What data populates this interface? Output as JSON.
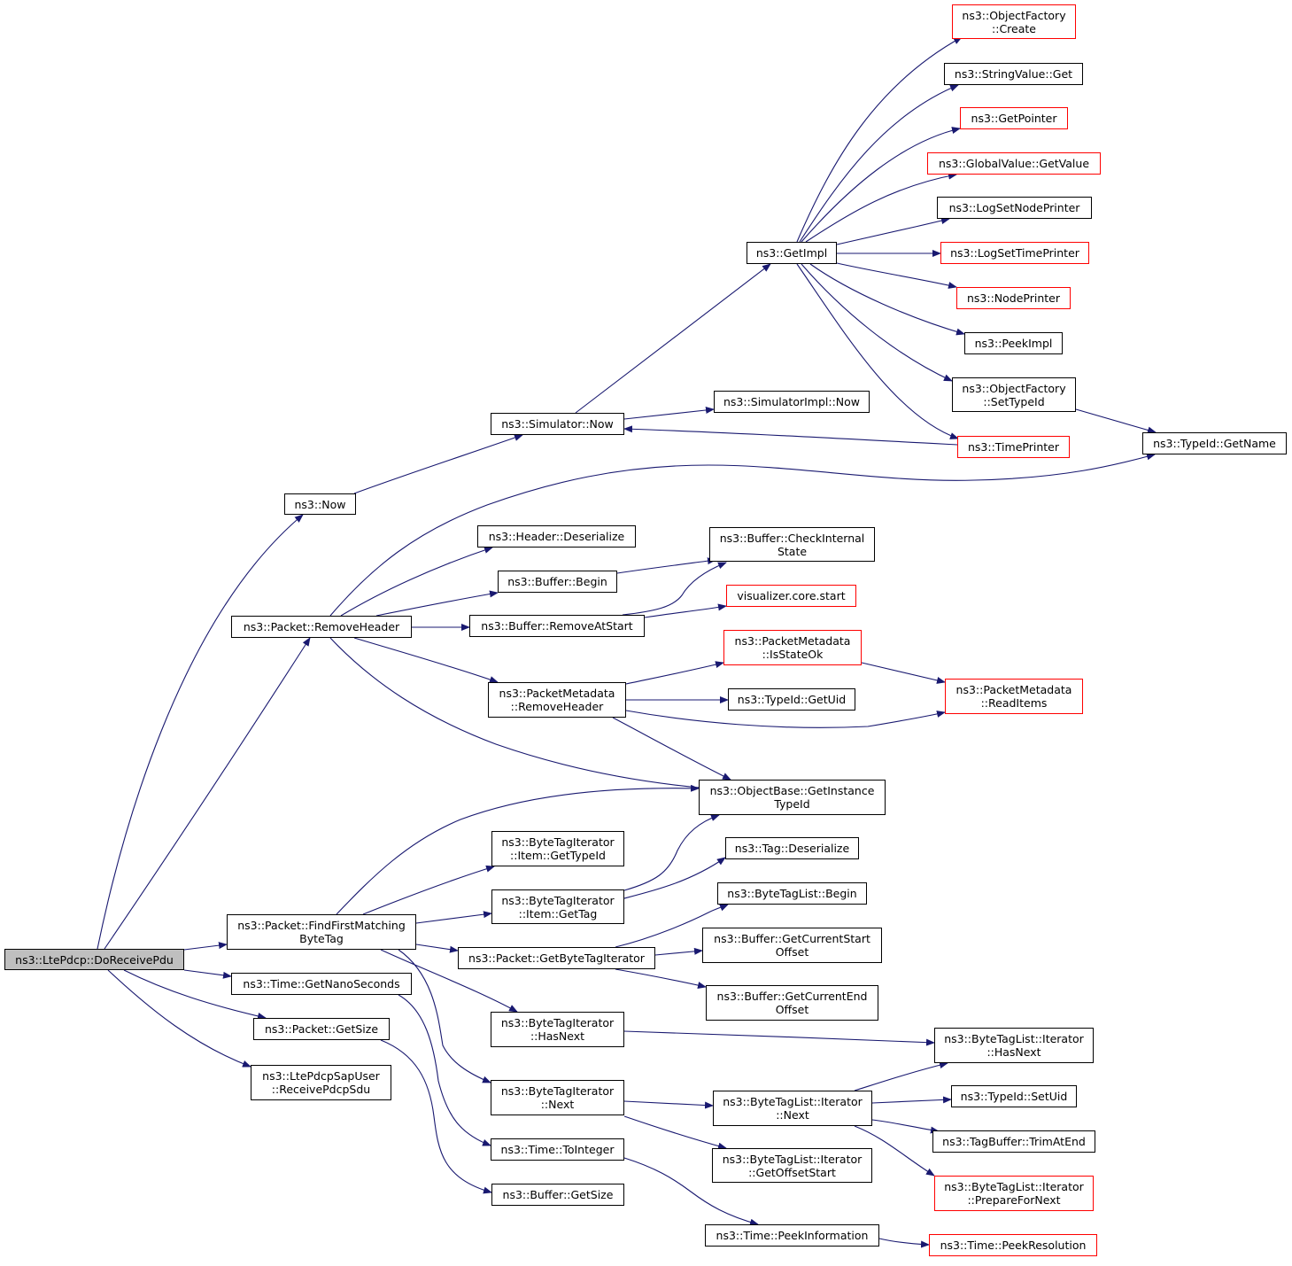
{
  "title": "",
  "colors": {
    "edge": "#191970",
    "node_border": "#000000",
    "undocumented_node_border": "#ff0000",
    "root_fill": "#bfbfbf",
    "node_fill": "#ffffff"
  },
  "nodes": {
    "do_receive_pdu": {
      "lines": [
        "ns3::LtePdcp::DoReceivePdu"
      ],
      "kind": "root"
    },
    "now": {
      "lines": [
        "ns3::Now"
      ],
      "kind": "normal"
    },
    "simulator_now": {
      "lines": [
        "ns3::Simulator::Now"
      ],
      "kind": "normal"
    },
    "simulatorimpl_now": {
      "lines": [
        "ns3::SimulatorImpl::Now"
      ],
      "kind": "normal"
    },
    "get_impl": {
      "lines": [
        "ns3::GetImpl"
      ],
      "kind": "normal"
    },
    "objectfactory_create": {
      "lines": [
        "ns3::ObjectFactory",
        "::Create"
      ],
      "kind": "external"
    },
    "stringvalue_get": {
      "lines": [
        "ns3::StringValue::Get"
      ],
      "kind": "normal"
    },
    "get_pointer": {
      "lines": [
        "ns3::GetPointer"
      ],
      "kind": "external"
    },
    "globalvalue_getvalue": {
      "lines": [
        "ns3::GlobalValue::GetValue"
      ],
      "kind": "external"
    },
    "logsetnodeprinter": {
      "lines": [
        "ns3::LogSetNodePrinter"
      ],
      "kind": "normal"
    },
    "logsettimeprinter": {
      "lines": [
        "ns3::LogSetTimePrinter"
      ],
      "kind": "external"
    },
    "nodeprinter": {
      "lines": [
        "ns3::NodePrinter"
      ],
      "kind": "external"
    },
    "peekimpl": {
      "lines": [
        "ns3::PeekImpl"
      ],
      "kind": "normal"
    },
    "objectfactory_settypeid": {
      "lines": [
        "ns3::ObjectFactory",
        "::SetTypeId"
      ],
      "kind": "normal"
    },
    "timeprinter": {
      "lines": [
        "ns3::TimePrinter"
      ],
      "kind": "external"
    },
    "typeid_getname": {
      "lines": [
        "ns3::TypeId::GetName"
      ],
      "kind": "normal"
    },
    "packet_removeheader": {
      "lines": [
        "ns3::Packet::RemoveHeader"
      ],
      "kind": "normal"
    },
    "header_deserialize": {
      "lines": [
        "ns3::Header::Deserialize"
      ],
      "kind": "normal"
    },
    "buffer_begin": {
      "lines": [
        "ns3::Buffer::Begin"
      ],
      "kind": "normal"
    },
    "buffer_removeatstart": {
      "lines": [
        "ns3::Buffer::RemoveAtStart"
      ],
      "kind": "normal"
    },
    "buffer_checkinternalstate": {
      "lines": [
        "ns3::Buffer::CheckInternal",
        "State"
      ],
      "kind": "normal"
    },
    "visualizer_core_start": {
      "lines": [
        "visualizer.core.start"
      ],
      "kind": "external"
    },
    "packetmetadata_removeheader": {
      "lines": [
        "ns3::PacketMetadata",
        "::RemoveHeader"
      ],
      "kind": "normal"
    },
    "packetmetadata_isstateok": {
      "lines": [
        "ns3::PacketMetadata",
        "::IsStateOk"
      ],
      "kind": "external"
    },
    "typeid_getuid": {
      "lines": [
        "ns3::TypeId::GetUid"
      ],
      "kind": "normal"
    },
    "packetmetadata_readitems": {
      "lines": [
        "ns3::PacketMetadata",
        "::ReadItems"
      ],
      "kind": "external"
    },
    "objectbase_getinstancetypeid": {
      "lines": [
        "ns3::ObjectBase::GetInstance",
        "TypeId"
      ],
      "kind": "normal"
    },
    "packet_findfirstmatchingbytetag": {
      "lines": [
        "ns3::Packet::FindFirstMatching",
        "ByteTag"
      ],
      "kind": "normal"
    },
    "bytetagiterator_item_gettypeid": {
      "lines": [
        "ns3::ByteTagIterator",
        "::Item::GetTypeId"
      ],
      "kind": "normal"
    },
    "bytetagiterator_item_gettag": {
      "lines": [
        "ns3::ByteTagIterator",
        "::Item::GetTag"
      ],
      "kind": "normal"
    },
    "tag_deserialize": {
      "lines": [
        "ns3::Tag::Deserialize"
      ],
      "kind": "normal"
    },
    "bytetaglist_begin": {
      "lines": [
        "ns3::ByteTagList::Begin"
      ],
      "kind": "normal"
    },
    "packet_getbytetagiterator": {
      "lines": [
        "ns3::Packet::GetByteTagIterator"
      ],
      "kind": "normal"
    },
    "buffer_getcurrentstartoffset": {
      "lines": [
        "ns3::Buffer::GetCurrentStart",
        "Offset"
      ],
      "kind": "normal"
    },
    "buffer_getcurrentendoffset": {
      "lines": [
        "ns3::Buffer::GetCurrentEnd",
        "Offset"
      ],
      "kind": "normal"
    },
    "bytetagiterator_hasnext": {
      "lines": [
        "ns3::ByteTagIterator",
        "::HasNext"
      ],
      "kind": "normal"
    },
    "bytetaglist_iterator_hasnext": {
      "lines": [
        "ns3::ByteTagList::Iterator",
        "::HasNext"
      ],
      "kind": "normal"
    },
    "bytetagiterator_next": {
      "lines": [
        "ns3::ByteTagIterator",
        "::Next"
      ],
      "kind": "normal"
    },
    "bytetaglist_iterator_next": {
      "lines": [
        "ns3::ByteTagList::Iterator",
        "::Next"
      ],
      "kind": "normal"
    },
    "typeid_setuid": {
      "lines": [
        "ns3::TypeId::SetUid"
      ],
      "kind": "normal"
    },
    "tagbuffer_trimatend": {
      "lines": [
        "ns3::TagBuffer::TrimAtEnd"
      ],
      "kind": "normal"
    },
    "bytetaglist_iterator_preparefornext": {
      "lines": [
        "ns3::ByteTagList::Iterator",
        "::PrepareForNext"
      ],
      "kind": "external"
    },
    "bytetaglist_iterator_getoffsetstart": {
      "lines": [
        "ns3::ByteTagList::Iterator",
        "::GetOffsetStart"
      ],
      "kind": "normal"
    },
    "time_getnanoseconds": {
      "lines": [
        "ns3::Time::GetNanoSeconds"
      ],
      "kind": "normal"
    },
    "packet_getsize": {
      "lines": [
        "ns3::Packet::GetSize"
      ],
      "kind": "normal"
    },
    "ltepdcpsapuser_receivepdcpsdu": {
      "lines": [
        "ns3::LtePdcpSapUser",
        "::ReceivePdcpSdu"
      ],
      "kind": "normal"
    },
    "time_tointeger": {
      "lines": [
        "ns3::Time::ToInteger"
      ],
      "kind": "normal"
    },
    "buffer_getsize": {
      "lines": [
        "ns3::Buffer::GetSize"
      ],
      "kind": "normal"
    },
    "time_peekinformation": {
      "lines": [
        "ns3::Time::PeekInformation"
      ],
      "kind": "normal"
    },
    "time_peekresolution": {
      "lines": [
        "ns3::Time::PeekResolution"
      ],
      "kind": "external"
    }
  },
  "edges": [
    [
      "do_receive_pdu",
      "now"
    ],
    [
      "do_receive_pdu",
      "packet_removeheader"
    ],
    [
      "do_receive_pdu",
      "packet_findfirstmatchingbytetag"
    ],
    [
      "do_receive_pdu",
      "time_getnanoseconds"
    ],
    [
      "do_receive_pdu",
      "packet_getsize"
    ],
    [
      "do_receive_pdu",
      "ltepdcpsapuser_receivepdcpsdu"
    ],
    [
      "now",
      "simulator_now"
    ],
    [
      "simulator_now",
      "get_impl"
    ],
    [
      "simulator_now",
      "simulatorimpl_now"
    ],
    [
      "get_impl",
      "objectfactory_create"
    ],
    [
      "get_impl",
      "stringvalue_get"
    ],
    [
      "get_impl",
      "get_pointer"
    ],
    [
      "get_impl",
      "globalvalue_getvalue"
    ],
    [
      "get_impl",
      "logsetnodeprinter"
    ],
    [
      "get_impl",
      "logsettimeprinter"
    ],
    [
      "get_impl",
      "nodeprinter"
    ],
    [
      "get_impl",
      "peekimpl"
    ],
    [
      "get_impl",
      "objectfactory_settypeid"
    ],
    [
      "get_impl",
      "timeprinter"
    ],
    [
      "objectfactory_settypeid",
      "typeid_getname"
    ],
    [
      "timeprinter",
      "simulator_now"
    ],
    [
      "packet_removeheader",
      "typeid_getname"
    ],
    [
      "packet_removeheader",
      "header_deserialize"
    ],
    [
      "packet_removeheader",
      "buffer_begin"
    ],
    [
      "packet_removeheader",
      "buffer_removeatstart"
    ],
    [
      "packet_removeheader",
      "packetmetadata_removeheader"
    ],
    [
      "packet_removeheader",
      "objectbase_getinstancetypeid"
    ],
    [
      "buffer_begin",
      "buffer_checkinternalstate"
    ],
    [
      "buffer_removeatstart",
      "buffer_checkinternalstate"
    ],
    [
      "buffer_removeatstart",
      "visualizer_core_start"
    ],
    [
      "packetmetadata_removeheader",
      "packetmetadata_isstateok"
    ],
    [
      "packetmetadata_removeheader",
      "typeid_getuid"
    ],
    [
      "packetmetadata_removeheader",
      "packetmetadata_readitems"
    ],
    [
      "packetmetadata_removeheader",
      "objectbase_getinstancetypeid"
    ],
    [
      "packetmetadata_isstateok",
      "packetmetadata_readitems"
    ],
    [
      "packet_findfirstmatchingbytetag",
      "objectbase_getinstancetypeid"
    ],
    [
      "packet_findfirstmatchingbytetag",
      "bytetagiterator_item_gettypeid"
    ],
    [
      "packet_findfirstmatchingbytetag",
      "bytetagiterator_item_gettag"
    ],
    [
      "packet_findfirstmatchingbytetag",
      "packet_getbytetagiterator"
    ],
    [
      "packet_findfirstmatchingbytetag",
      "bytetagiterator_hasnext"
    ],
    [
      "packet_findfirstmatchingbytetag",
      "bytetagiterator_next"
    ],
    [
      "bytetagiterator_item_gettag",
      "objectbase_getinstancetypeid"
    ],
    [
      "bytetagiterator_item_gettag",
      "tag_deserialize"
    ],
    [
      "packet_getbytetagiterator",
      "bytetaglist_begin"
    ],
    [
      "packet_getbytetagiterator",
      "buffer_getcurrentstartoffset"
    ],
    [
      "packet_getbytetagiterator",
      "buffer_getcurrentendoffset"
    ],
    [
      "bytetagiterator_hasnext",
      "bytetaglist_iterator_hasnext"
    ],
    [
      "bytetagiterator_next",
      "bytetaglist_iterator_next"
    ],
    [
      "bytetagiterator_next",
      "bytetaglist_iterator_getoffsetstart"
    ],
    [
      "bytetaglist_iterator_next",
      "bytetaglist_iterator_hasnext"
    ],
    [
      "bytetaglist_iterator_next",
      "typeid_setuid"
    ],
    [
      "bytetaglist_iterator_next",
      "tagbuffer_trimatend"
    ],
    [
      "bytetaglist_iterator_next",
      "bytetaglist_iterator_preparefornext"
    ],
    [
      "time_getnanoseconds",
      "time_tointeger"
    ],
    [
      "packet_getsize",
      "buffer_getsize"
    ],
    [
      "time_tointeger",
      "time_peekinformation"
    ],
    [
      "time_peekinformation",
      "time_peekresolution"
    ]
  ]
}
